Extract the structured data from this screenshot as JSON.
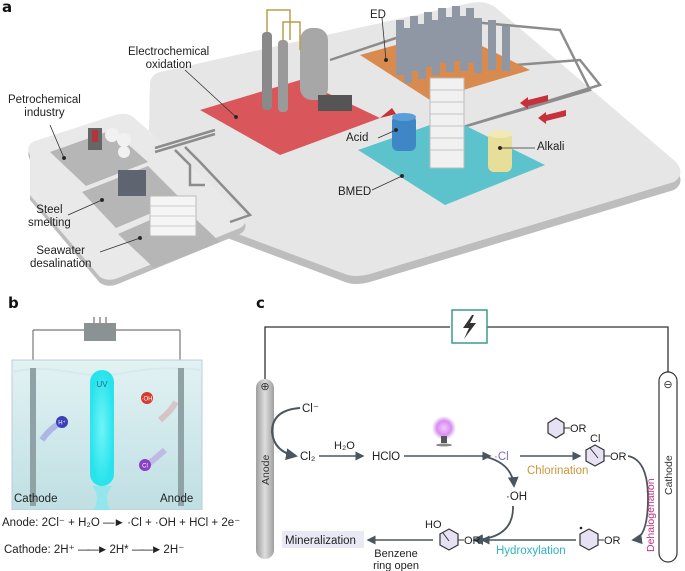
{
  "panels": {
    "a": {
      "label": "a",
      "labels": {
        "electrochemical_oxidation": "Electrochemical\noxidation",
        "ed": "ED",
        "petrochemical": "Petrochemical\nindustry",
        "steel": "Steel\nsmelting",
        "seawater": "Seawater\ndesalination",
        "acid": "Acid",
        "alkali": "Alkali",
        "bmed": "BMED"
      },
      "colors": {
        "platform": "#e3e3e3",
        "oxidation_pad": "#d9575b",
        "ed_pad": "#d98a4e",
        "bmed_pad": "#5cc3cc",
        "acid_tank": "#3f86c6",
        "alkali_tank": "#e7de9a",
        "arrow": "#c8303a"
      }
    },
    "b": {
      "label": "b",
      "uv_label": "UV",
      "ions": [
        "H⁺",
        "·OH",
        "Cl"
      ],
      "cathode_label": "Cathode",
      "anode_label": "Anode",
      "anode_equation": {
        "prefix": "Anode: 2Cl⁻ + H₂O",
        "products": "·Cl + ·OH + HCl + 2e⁻"
      },
      "cathode_equation": {
        "prefix": "Cathode: 2H⁺",
        "mid": "2H*",
        "end": "2H⁻"
      },
      "colors": {
        "water": "#cfe9ec",
        "uv_lamp": "#28e3ec"
      }
    },
    "c": {
      "label": "c",
      "anode_label": "Anode",
      "cathode_label": "Cathode",
      "anode_sign": "⊕",
      "cathode_sign": "⊖",
      "species": {
        "cl_minus": "Cl⁻",
        "cl2": "Cl₂",
        "h2o": "H₂O",
        "hclo": "HClO",
        "cl_radical": "·Cl",
        "oh_radical": "·OH",
        "or": "OR",
        "cl": "Cl",
        "ho": "HO"
      },
      "steps": {
        "chlorination": "Chlorination",
        "dehalogenation": "Dehalogenation",
        "hydroxylation": "Hydroxylation",
        "benzene_ring_open": "Benzene\nring open",
        "mineralization": "Mineralization"
      },
      "colors": {
        "chlorination": "#c9973a",
        "dehalogenation": "#c0317e",
        "hydroxylation": "#2fb3c2",
        "cl_radical": "#7d6bb8",
        "power_box": "#3a9c94",
        "mineralization_bg": "#e9e8f5",
        "ring_fill": "#e7e2f3"
      }
    }
  }
}
